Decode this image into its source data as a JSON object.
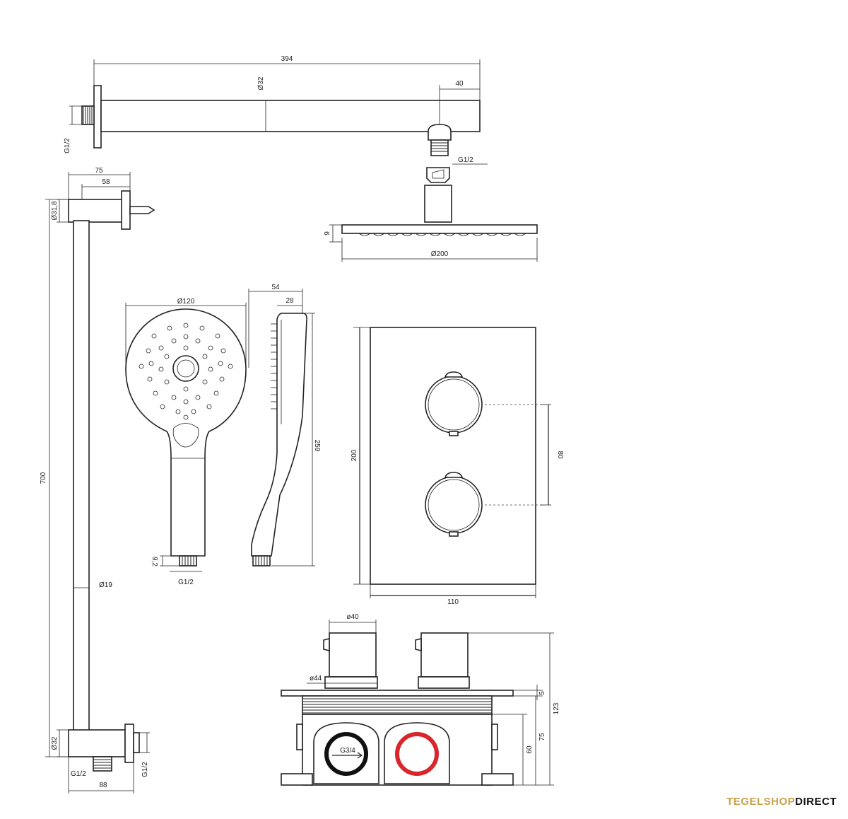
{
  "dimensions": {
    "arm_length": "394",
    "arm_diameter": "Ø32",
    "arm_offset": "40",
    "arm_thread": "G1/2",
    "head_thread": "G1/2",
    "head_thickness": "9",
    "head_diameter": "Ø200",
    "holder_depth": "75",
    "holder_depth_inner": "58",
    "holder_diameter": "Ø31,8",
    "rail_length": "700",
    "rail_diameter": "Ø19",
    "rail_base_diameter": "Ø32",
    "outlet_thread_left": "G1/2",
    "outlet_thread_right": "G1/2",
    "outlet_width": "88",
    "hand_diameter": "Ø120",
    "hand_depth": "54",
    "hand_depth_inner": "28",
    "hand_length": "259",
    "hand_connection": "9,2",
    "hand_thread": "G1/2",
    "plate_height": "200",
    "plate_width": "110",
    "knob_spacing": "80",
    "knob_diameter_top": "ø40",
    "knob_diameter_base": "ø44",
    "plate_thickness": "5",
    "total_depth": "123",
    "box_depth": "75",
    "inlet_depth": "60",
    "inlet_thread": "G3/4"
  },
  "brand": {
    "part1": "TEGELSHOP",
    "part2": "DIRECT"
  },
  "colors": {
    "line": "#222222",
    "hot_ring": "#d9262b",
    "brand_gold": "#c9a24a"
  }
}
